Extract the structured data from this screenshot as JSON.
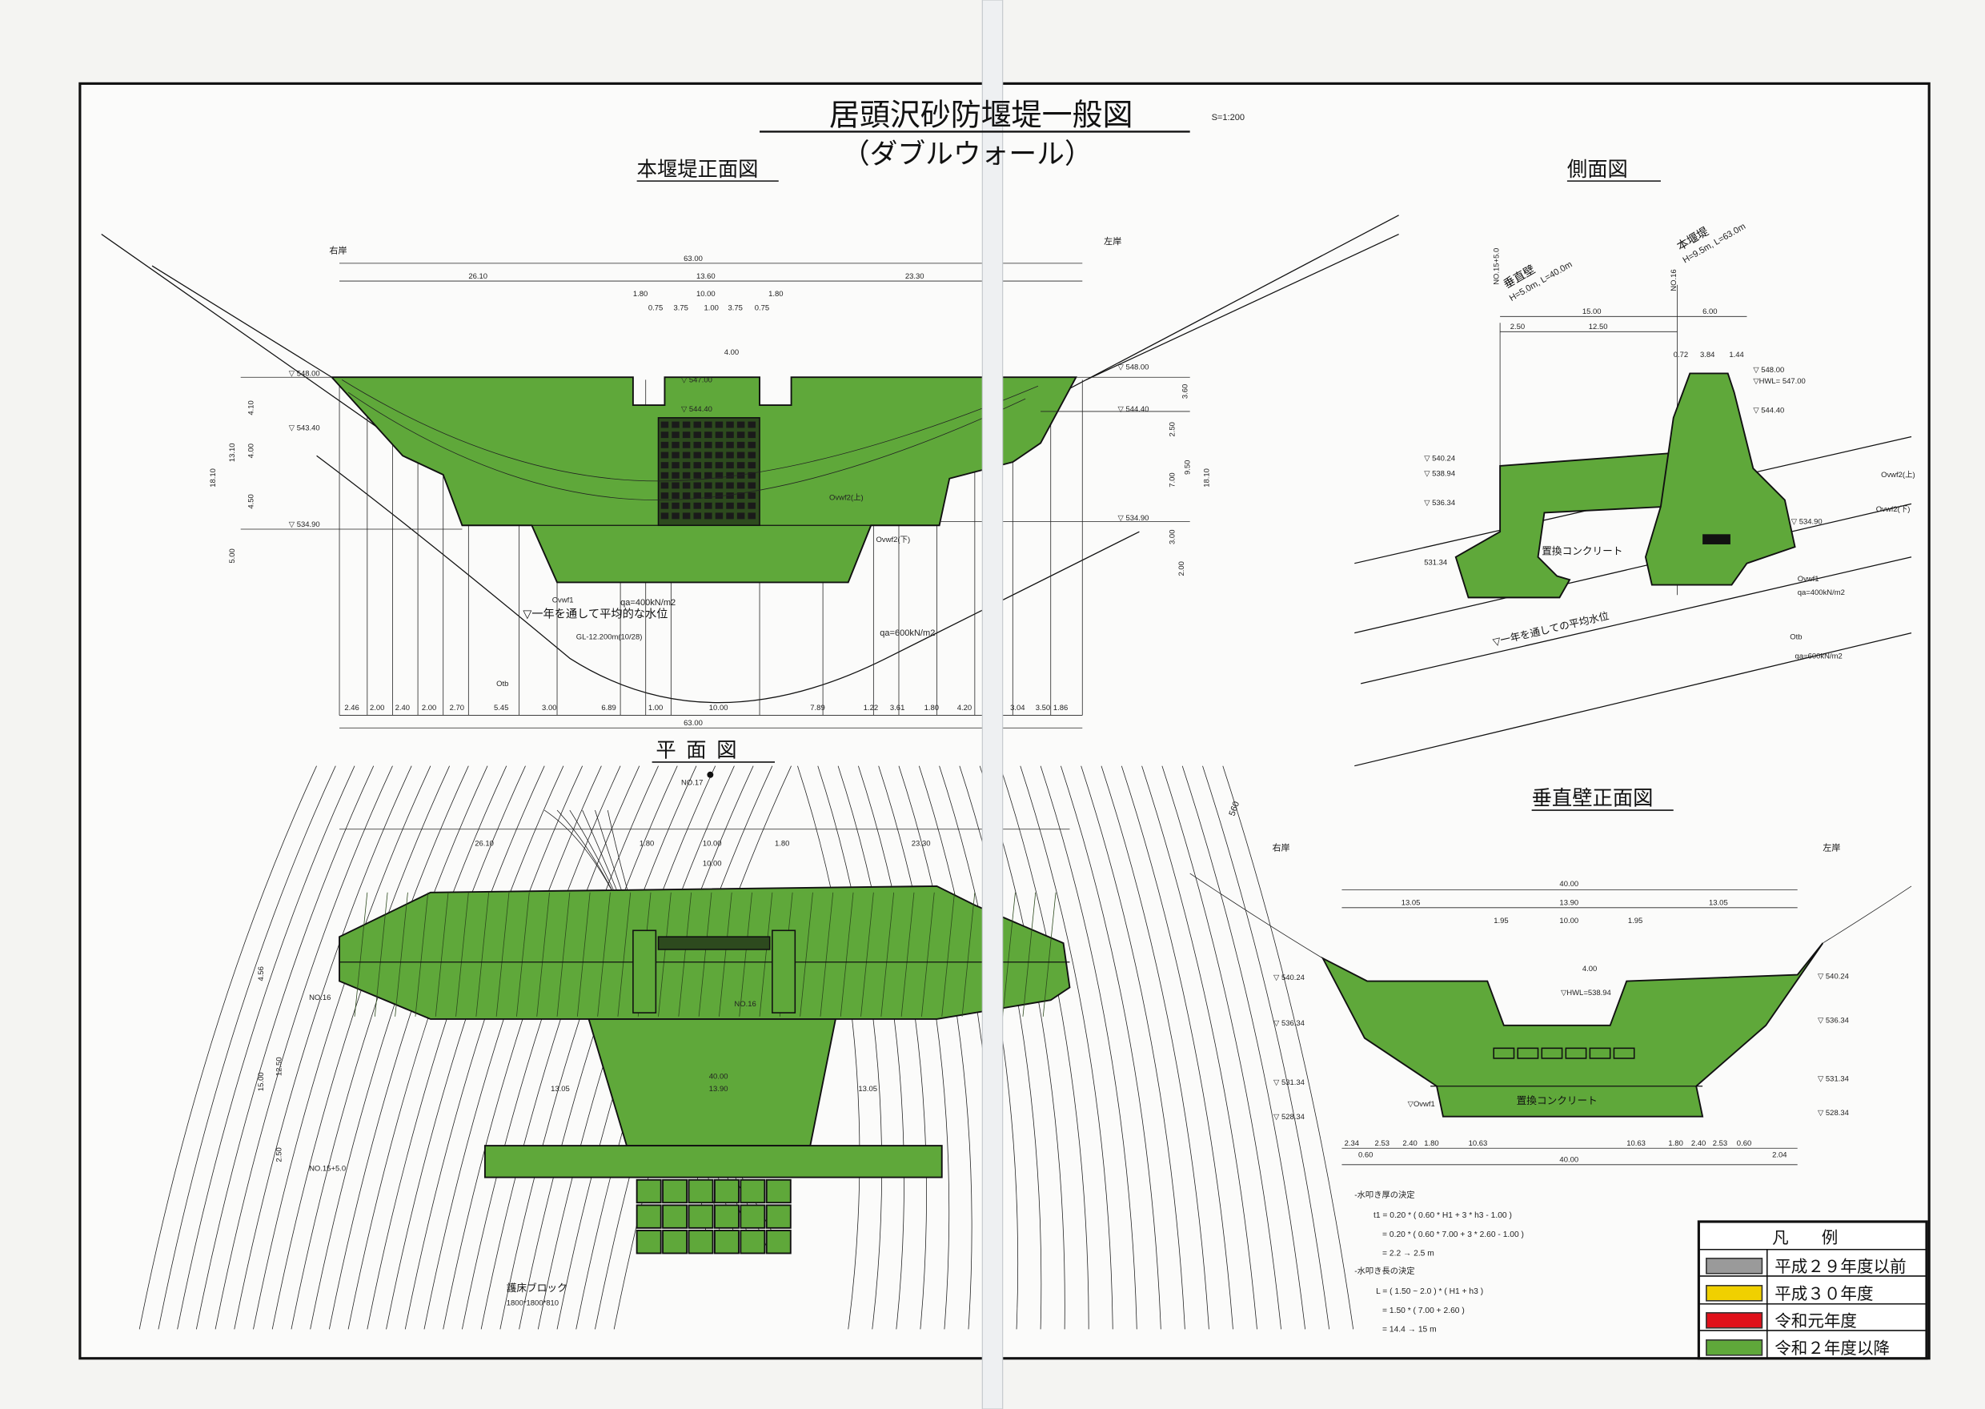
{
  "title": {
    "main": "居頭沢砂防堰堤一般図",
    "subtitle": "（ダブルウォール）",
    "scale": "S=1:200"
  },
  "sections": {
    "front": "本堰堤正面図",
    "side": "側面図",
    "plan": "平面図",
    "vertical_wall": "垂直壁正面図"
  },
  "front_view": {
    "right_bank": "右岸",
    "left_bank": "左岸",
    "total_width": "63.00",
    "top_dims": [
      "26.10",
      "13.60",
      "23.30",
      "10.00",
      "1.80",
      "1.80",
      "0.75",
      "3.75",
      "1.00",
      "3.75",
      "0.75",
      "4.00"
    ],
    "levels": [
      "▽ 548.00",
      "▽ 547.00",
      "▽ 544.40",
      "▽ 543.40",
      "▽ 534.90",
      "▽ 548.00",
      "▽ 544.40",
      "▽ 534.90"
    ],
    "left_heights": [
      "4.10",
      "4.00",
      "4.50",
      "5.00",
      "13.10",
      "18.10"
    ],
    "right_heights": [
      "3.60",
      "2.50",
      "7.00",
      "3.00",
      "2.00",
      "9.50",
      "18.10"
    ],
    "labels": [
      "Ovwf1",
      "qa=400kN/m2",
      "▽一年を通して平均的な水位",
      "GL-12.200m(10/28)",
      "qa=600kN/m2",
      "Ovwf2(上)",
      "Ovwf2(下)",
      "Otb"
    ],
    "bottom_dims": [
      "2.46",
      "2.00",
      "2.40",
      "2.00",
      "2.70",
      "5.45",
      "3.00",
      "6.89",
      "1.00",
      "10.00",
      "7.89",
      "1.22",
      "3.61",
      "1.80",
      "4.20",
      "3.04",
      "3.50",
      "1.86"
    ],
    "bottom_total": "63.00"
  },
  "side_view": {
    "vertical_wall_label": "垂直壁",
    "vertical_wall_spec": "H=5.0m, L=40.0m",
    "main_dam_label": "本堰堤",
    "main_dam_spec": "H=9.5m, L=63.0m",
    "station_1": "NO.15+5.0",
    "station_2": "NO.16",
    "top_dims": [
      "15.00",
      "6.00",
      "2.50",
      "12.50",
      "0.72",
      "3.84",
      "1.44"
    ],
    "levels": [
      "▽ 548.00",
      "▽HWL= 547.00",
      "▽ 544.40",
      "▽ 540.24",
      "▽ 538.94",
      "▽ 536.34",
      "▽ 534.90",
      "531.34"
    ],
    "labels": [
      "置換コンクリート",
      "Ovwf2(上)",
      "Ovwf2(下)",
      "Ovwf1",
      "qa=400kN/m2",
      "▽一年を通しての平均水位",
      "Otb",
      "qa=600kN/m2"
    ]
  },
  "plan_view": {
    "stations": [
      "NO.17",
      "NO.16",
      "NO.15+5.0",
      "NO.16"
    ],
    "dims": [
      "26.10",
      "1.80",
      "10.00",
      "1.80",
      "23.30",
      "10.00",
      "13.05",
      "40.00",
      "13.90",
      "13.05",
      "4.56",
      "15.00",
      "12.50",
      "2.50"
    ],
    "contour": "560",
    "block_label": "護床ブロック",
    "block_size": "1800*1800*810"
  },
  "vertical_wall_view": {
    "right_bank": "右岸",
    "left_bank": "左岸",
    "top_dims": [
      "40.00",
      "13.05",
      "13.90",
      "13.05",
      "1.95",
      "10.00",
      "1.95",
      "4.00"
    ],
    "levels": [
      "▽ 540.24",
      "▽ 536.34",
      "▽ 531.34",
      "▽ 528.34",
      "▽HWL=538.94"
    ],
    "labels": [
      "置換コンクリート",
      "▽Ovwf1"
    ],
    "bottom_dims": [
      "2.34",
      "2.53",
      "2.40",
      "1.80",
      "10.63",
      "10.63",
      "1.80",
      "2.40",
      "2.53",
      "0.60",
      "0.60",
      "2.04"
    ],
    "bottom_total": "40.00"
  },
  "formulas": {
    "thickness_heading": "-水叩き厚の決定",
    "t_line1": "t1 = 0.20 * ( 0.60 * H1 + 3 * h3 - 1.00 )",
    "t_line2": "= 0.20 * ( 0.60 * 7.00 + 3 * 2.60 - 1.00 )",
    "t_line3": "= 2.2  →  2.5 m",
    "length_heading": "-水叩き長の決定",
    "l_line1": "L = ( 1.50 ~ 2.0 ) * ( H1 + h3 )",
    "l_line2": "= 1.50 * ( 7.00 + 2.60 )",
    "l_line3": "= 14.4 →  15 m"
  },
  "legend": {
    "title": "凡　　例",
    "items": [
      {
        "label": "平成２９年度以前",
        "color": "#9a9a9a"
      },
      {
        "label": "平成３０年度",
        "color": "#f0d000"
      },
      {
        "label": "令和元年度",
        "color": "#e0101a"
      },
      {
        "label": "令和２年度以降",
        "color": "#5fa83a"
      }
    ]
  },
  "colors": {
    "dam_fill": "#5fa83a",
    "line": "#111111",
    "paper": "#f4f4f2"
  }
}
